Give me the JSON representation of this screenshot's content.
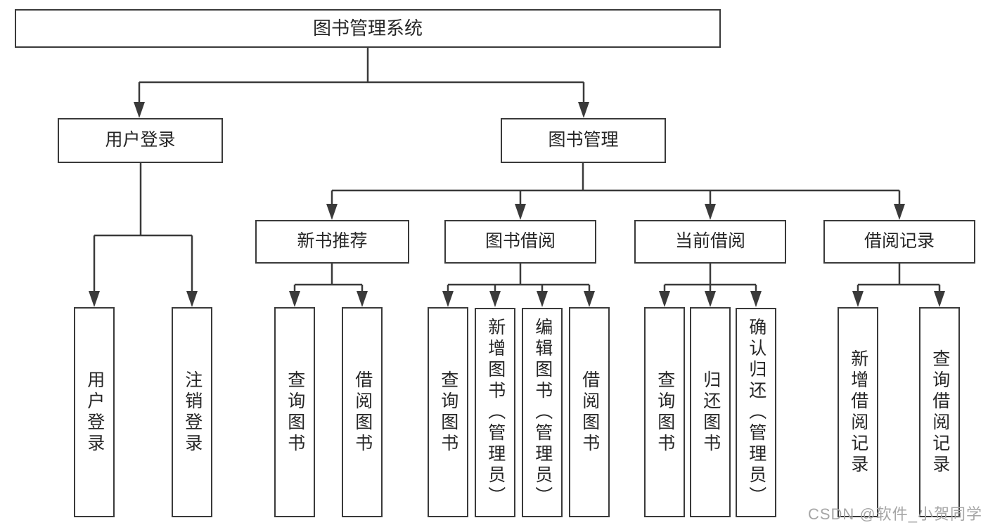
{
  "diagram": {
    "root": "图书管理系统",
    "branches": {
      "user_login": {
        "label": "用户登录",
        "leaves": [
          "用户登录",
          "注销登录"
        ]
      },
      "book_management": {
        "label": "图书管理",
        "groups": {
          "new_book_recommend": {
            "label": "新书推荐",
            "leaves": [
              "查询图书",
              "借阅图书"
            ]
          },
          "book_borrow": {
            "label": "图书借阅",
            "leaves": [
              "查询图书",
              "新增图书（管理员）",
              "编辑图书（管理员）",
              "借阅图书"
            ]
          },
          "current_borrow": {
            "label": "当前借阅",
            "leaves": [
              "查询图书",
              "归还图书",
              "确认归还（管理员）"
            ]
          },
          "borrow_record": {
            "label": "借阅记录",
            "leaves": [
              "新增借阅记录",
              "查询借阅记录"
            ]
          }
        }
      }
    }
  },
  "watermark": {
    "text": "CSDN @软件_小贺同学"
  },
  "colors": {
    "line": "#3a3a3a",
    "text": "#262626",
    "watermark": "#a6a6a6",
    "background": "#ffffff"
  }
}
